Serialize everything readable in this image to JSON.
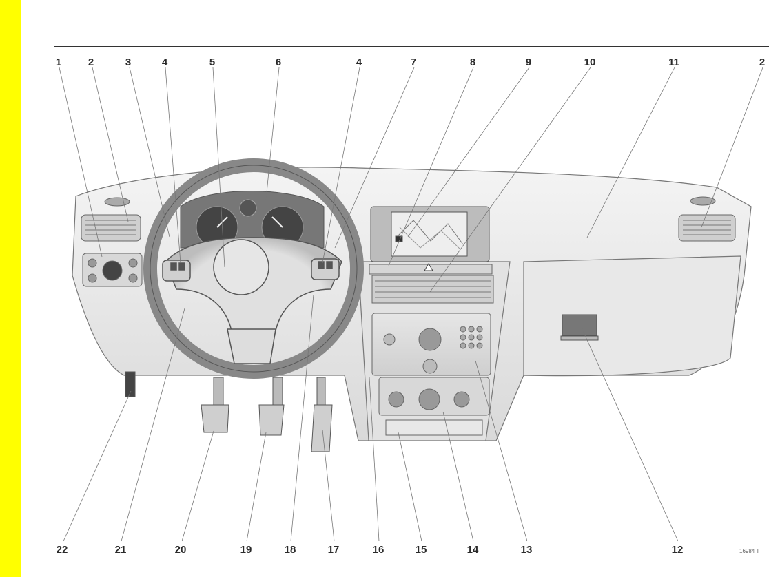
{
  "labels_top": [
    "1",
    "2",
    "3",
    "4",
    "5",
    "6",
    "4",
    "7",
    "8",
    "9",
    "10",
    "11",
    "2"
  ],
  "labels_bottom": [
    "22",
    "21",
    "20",
    "19",
    "18",
    "17",
    "16",
    "15",
    "14",
    "13",
    "12"
  ],
  "figure_ref": "16984 T",
  "colors": {
    "side_tab": "#ffff00",
    "line_art": "#555555",
    "dash_fill": "#ececec"
  }
}
